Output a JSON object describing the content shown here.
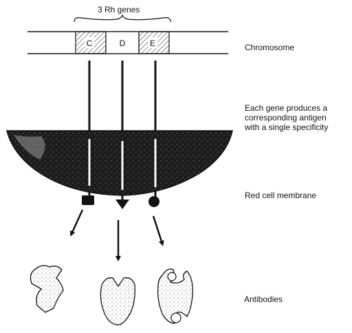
{
  "title": "3 Rh genes",
  "genes": [
    "C",
    "D",
    "E"
  ],
  "labels": {
    "chromosome": "Chromosome",
    "gene_line1": "Each gene produces a",
    "gene_line2": "corresponding antigen",
    "gene_line3": "with a single specificity",
    "membrane": "Red cell membrane",
    "antibodies": "Antibodies"
  },
  "colors": {
    "ink": "#111111",
    "membrane_fill": "#1a1a1a",
    "antibody_stipple": "#555555",
    "background": "#ffffff"
  }
}
